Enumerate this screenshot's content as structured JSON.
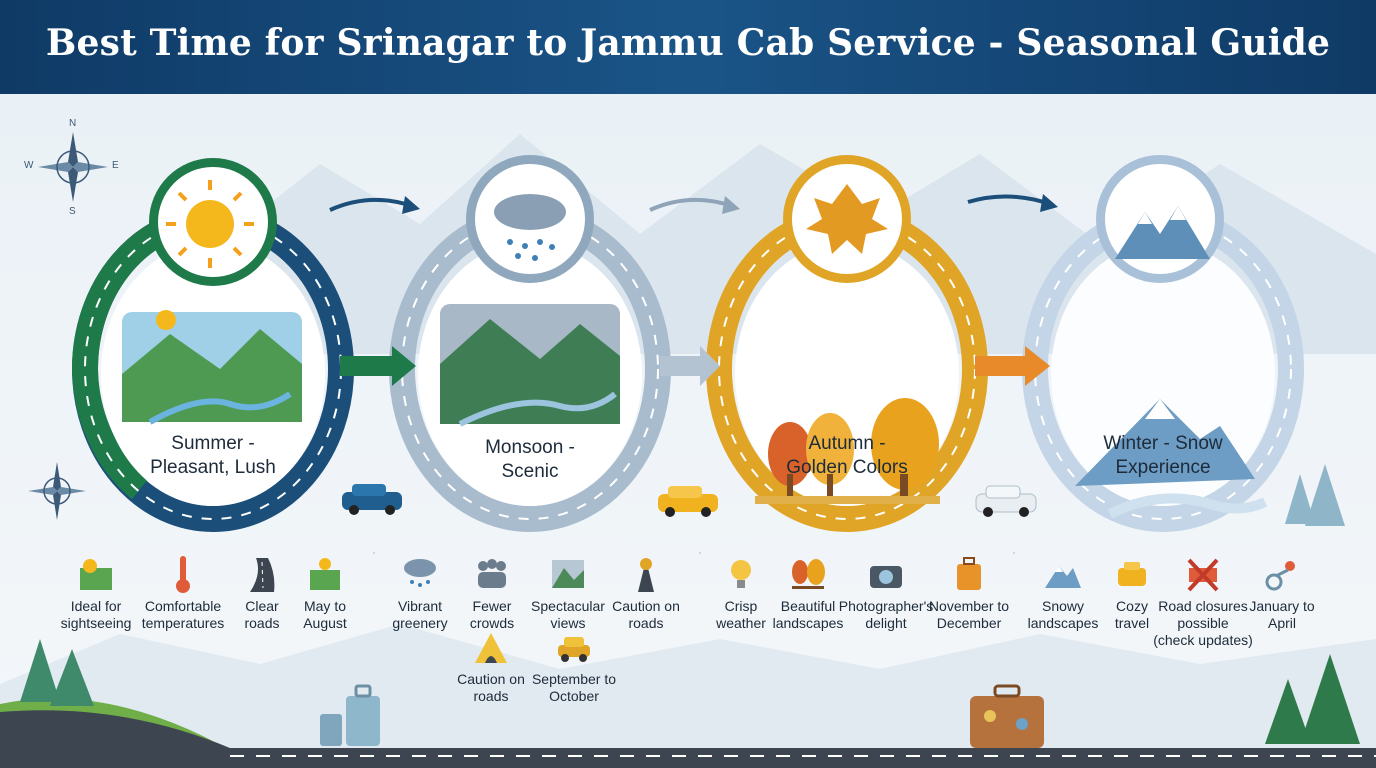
{
  "header": {
    "title": "Best Time for Srinagar to Jammu Cab Service - Seasonal Guide"
  },
  "compass": {
    "n": "N",
    "s": "S",
    "e": "E",
    "w": "W"
  },
  "seasons": [
    {
      "label_line1": "Summer -",
      "label_line2": "Pleasant, Lush",
      "color": "#1f7a4a"
    },
    {
      "label_line1": "Monsoon -",
      "label_line2": "Scenic",
      "color": "#9fb3c4"
    },
    {
      "label_line1": "Autumn -",
      "label_line2": "Golden Colors",
      "color": "#e0a526"
    },
    {
      "label_line1": "Winter - Snow",
      "label_line2": "Experience",
      "color": "#b9cde0"
    }
  ],
  "features": {
    "summer": [
      {
        "icon": "sun-landscape-icon",
        "line1": "Ideal for",
        "line2": "sightseeing"
      },
      {
        "icon": "thermometer-icon",
        "line1": "Comfortable",
        "line2": "temperatures"
      },
      {
        "icon": "road-icon",
        "line1": "Clear",
        "line2": "roads"
      },
      {
        "icon": "calendar-sun-icon",
        "line1": "May to",
        "line2": "August"
      }
    ],
    "monsoon": [
      {
        "icon": "rain-cloud-icon",
        "line1": "Vibrant",
        "line2": "greenery"
      },
      {
        "icon": "people-icon",
        "line1": "Fewer",
        "line2": "crowds"
      },
      {
        "icon": "mountain-view-icon",
        "line1": "Spectacular",
        "line2": "views"
      },
      {
        "icon": "map-pin-road-icon",
        "line1": "Caution on",
        "line2": "roads"
      },
      {
        "icon": "warning-road-icon",
        "line1": "Caution on",
        "line2": "roads"
      },
      {
        "icon": "car-icon",
        "line1": "September to",
        "line2": "October"
      }
    ],
    "autumn": [
      {
        "icon": "lightbulb-icon",
        "line1": "Crisp",
        "line2": "weather"
      },
      {
        "icon": "trees-icon",
        "line1": "Beautiful",
        "line2": "landscapes"
      },
      {
        "icon": "camera-icon",
        "line1": "Photographer's",
        "line2": "delight"
      },
      {
        "icon": "luggage-icon",
        "line1": "November to",
        "line2": "December"
      }
    ],
    "winter": [
      {
        "icon": "snowy-mountain-icon",
        "line1": "Snowy",
        "line2": "landscapes"
      },
      {
        "icon": "taxi-icon",
        "line1": "Cozy",
        "line2": "travel"
      },
      {
        "icon": "road-closed-icon",
        "line1": "Road closures",
        "line2": "possible",
        "line3": "(check updates)"
      },
      {
        "icon": "route-icon",
        "line1": "January to",
        "line2": "April"
      }
    ]
  }
}
